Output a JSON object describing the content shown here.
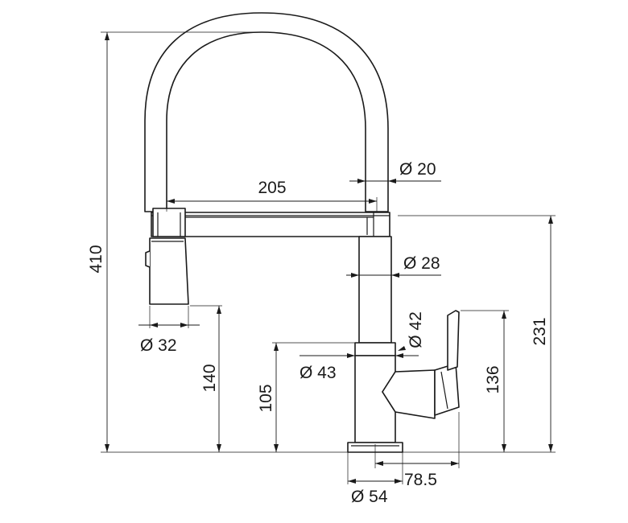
{
  "dimensions": {
    "total_height": "410",
    "spout_reach": "205",
    "hose_diameter": "Ø 20",
    "body_diameter": "Ø 28",
    "spray_head_diameter": "Ø 32",
    "lever_diameter": "Ø 42",
    "mixer_diameter": "Ø 43",
    "base_diameter": "Ø 54",
    "lever_offset": "78.5",
    "spray_clearance": "140",
    "mixer_height": "105",
    "lever_height": "136",
    "spout_height": "231"
  }
}
